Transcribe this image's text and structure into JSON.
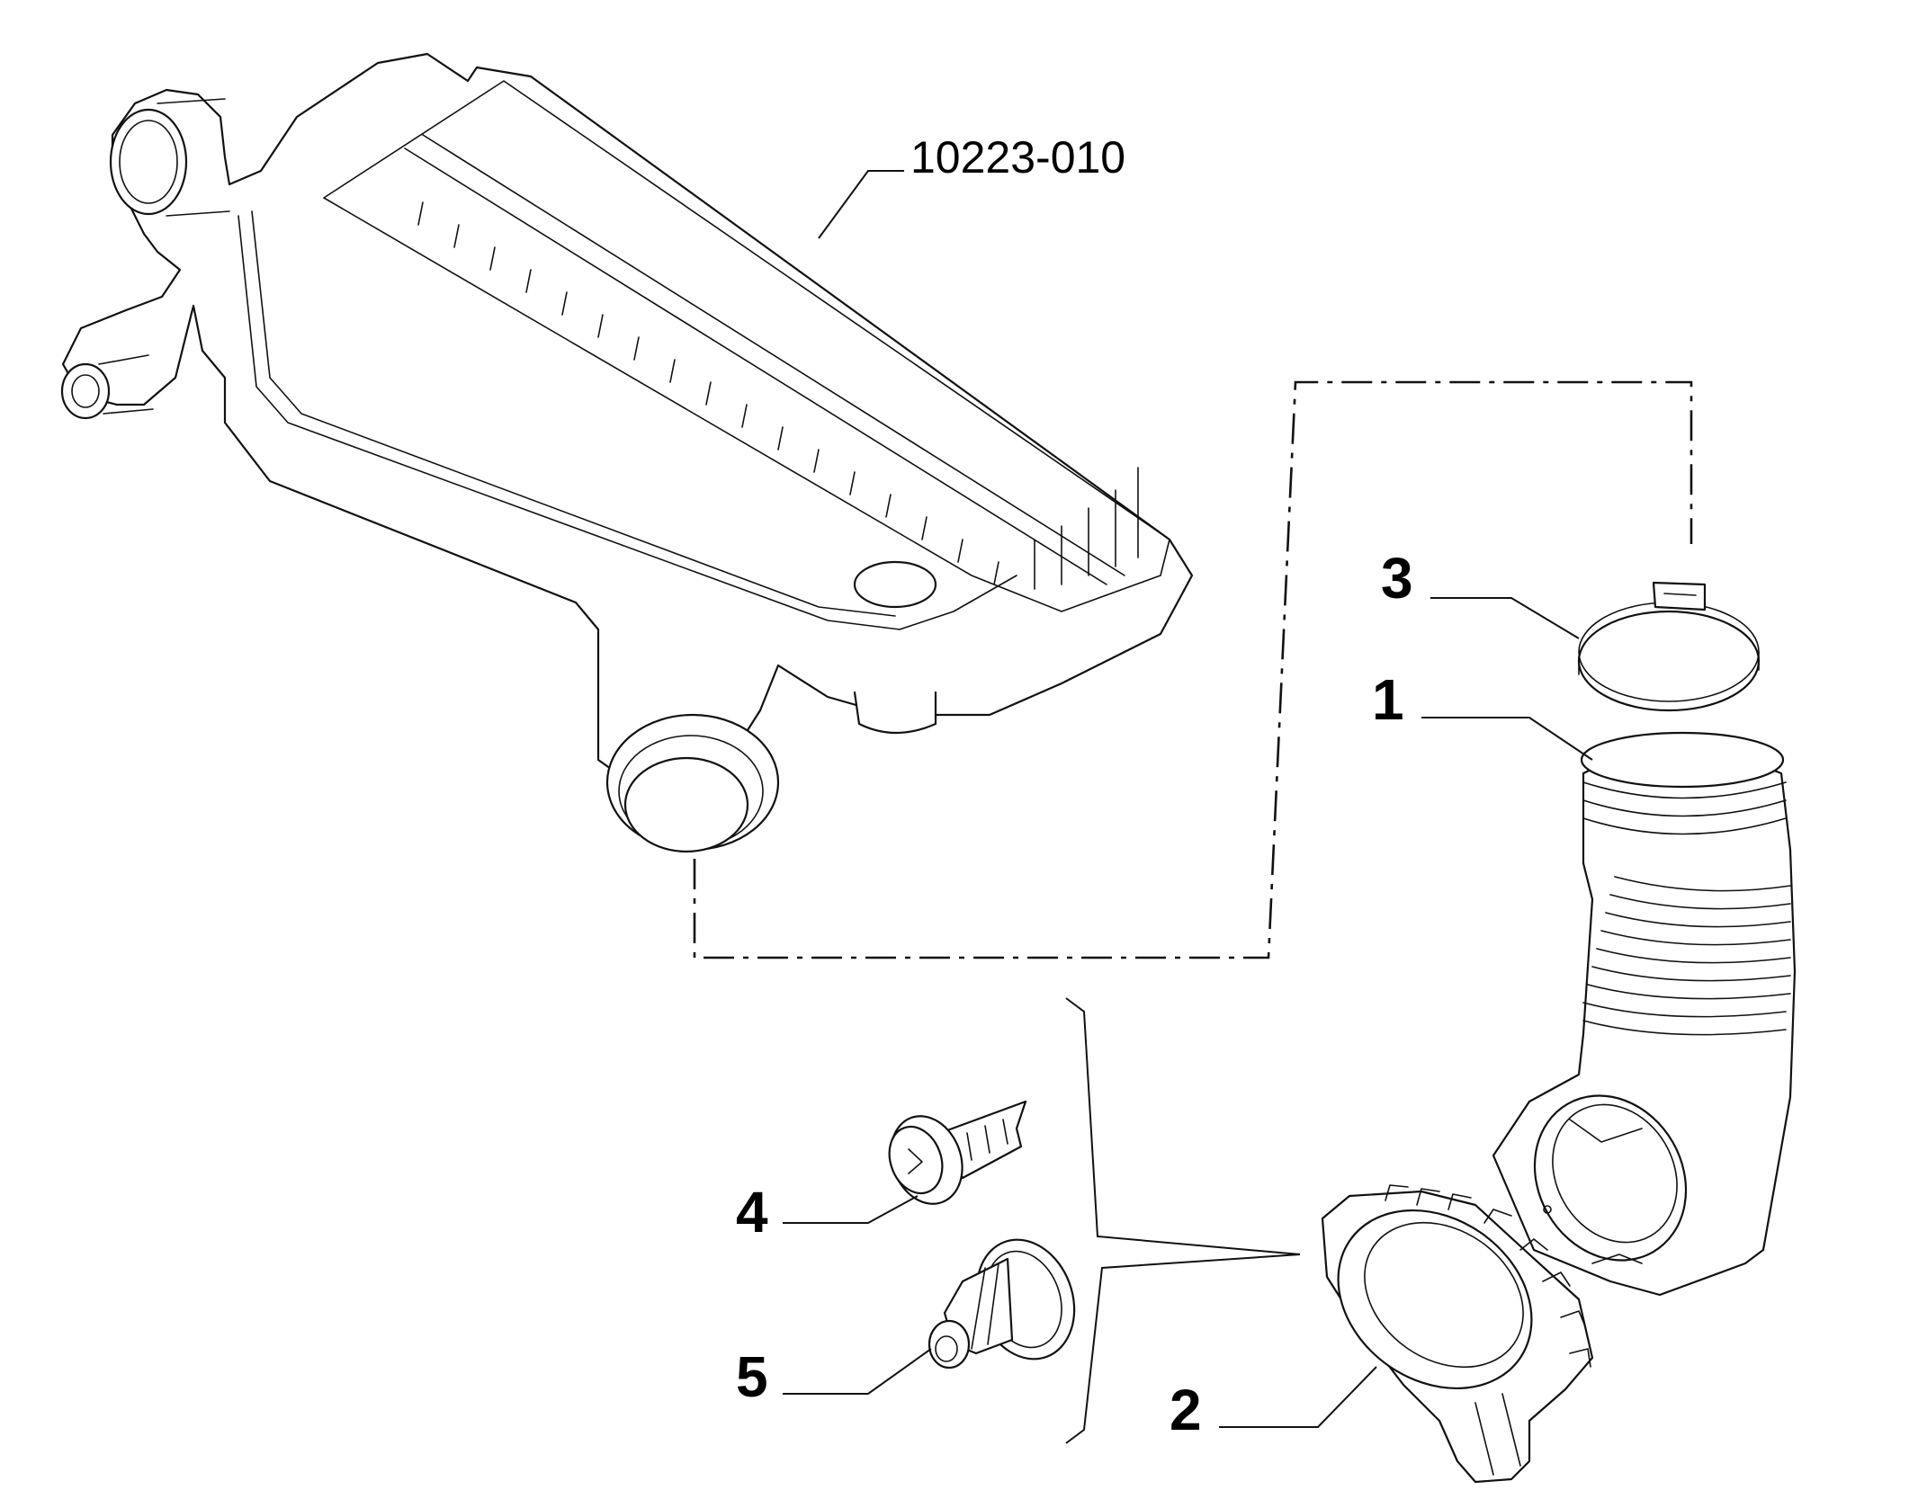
{
  "callouts": {
    "assembly_ref": "10223-010",
    "part_1": "1",
    "part_2": "2",
    "part_3": "3",
    "part_4": "4",
    "part_5": "5"
  }
}
